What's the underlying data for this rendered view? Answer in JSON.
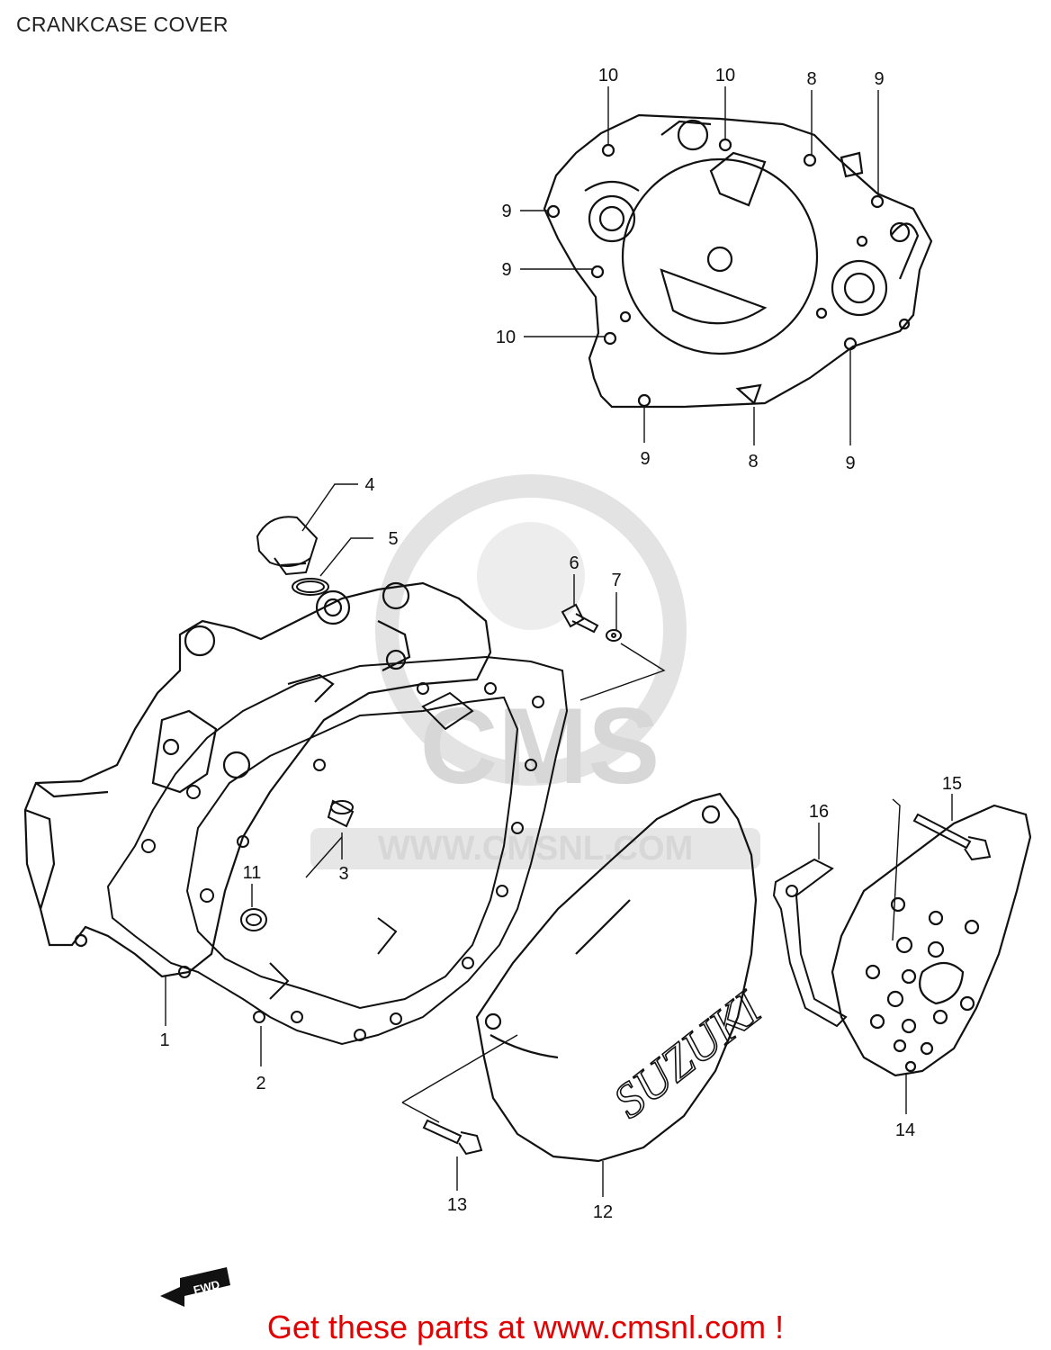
{
  "title": "CRANKCASE COVER",
  "watermark": {
    "logo_text": "CMS",
    "url_text": "WWW.CMSNL.COM"
  },
  "brand_on_cover": "SUZUKI",
  "fwd_arrow_label": "FWD",
  "callouts": {
    "c1": "1",
    "c2": "2",
    "c3": "3",
    "c4": "4",
    "c5": "5",
    "c6": "6",
    "c7": "7",
    "c8a": "8",
    "c8b": "8",
    "c9a": "9",
    "c9b": "9",
    "c9c": "9",
    "c9d": "9",
    "c9e": "9",
    "c10a": "10",
    "c10b": "10",
    "c10c": "10",
    "c11": "11",
    "c12": "12",
    "c13": "13",
    "c14": "14",
    "c15": "15",
    "c16": "16"
  },
  "footer": "Get these parts at www.cmsnl.com !",
  "colors": {
    "footer": "#e20000",
    "line": "#111111",
    "watermark": "#d7d7d7"
  }
}
